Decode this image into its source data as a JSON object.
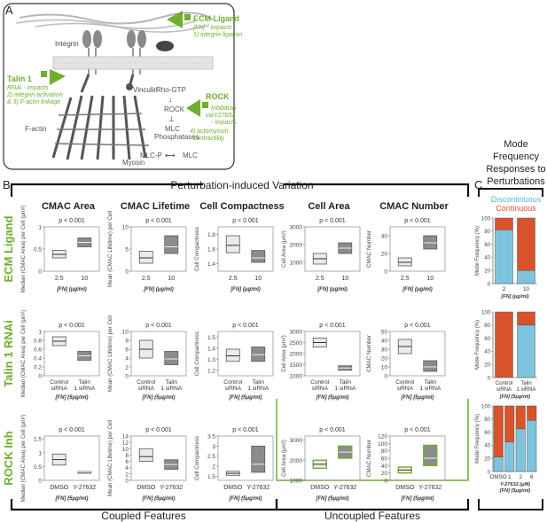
{
  "panel_letters": {
    "a": "A",
    "b": "B",
    "c": "C"
  },
  "schematic": {
    "labels": {
      "integrin": "Integrin",
      "vinculin": "Vinculin",
      "factin": "F-actin",
      "myosin": "Myosin",
      "rho": "Rho-GTP",
      "rock": "ROCK",
      "mlc": "MLC",
      "mlcp1": "MLC",
      "mlcp2": "Phosphatases",
      "mlcp_state": "MLC-P",
      "mlc_state": "MLC"
    },
    "ecm": {
      "title": "ECM Ligand",
      "l1": "[FN] - impacts",
      "l2": "1) integrin ligation"
    },
    "talin": {
      "title": "Talin 1",
      "l1": "RNAi - impacts",
      "l2": "2) integrin activation",
      "l3": "& 3) F-actin linkage"
    },
    "rockbox": {
      "title": "ROCK",
      "l1": "Inhibition",
      "l2": "viaY27632",
      "l3": "- impacts",
      "l4": "4) actomyosin",
      "l5": "contractility"
    }
  },
  "panel_b": {
    "title": "Perturbation-induced Variation",
    "coupled": "Coupled Features",
    "uncoupled": "Uncoupled Features",
    "columns": [
      "CMAC Area",
      "CMAC Lifetime",
      "Cell Compactness",
      "Cell Area",
      "CMAC Number"
    ],
    "rows": [
      "ECM Ligand",
      "Talin 1 RNAi",
      "ROCK Inh"
    ],
    "xlabel": "[FN] (μg/ml)",
    "xticks": [
      [
        "2.5",
        "10"
      ],
      [
        "Control siRNA",
        "Talin 1 siRNA"
      ],
      [
        "DMSO",
        "Y-27632"
      ]
    ],
    "ylabels": [
      "Median (CMAC Area) per Cell (μm²)",
      "Mean (CMAC Lifetime) per Cell",
      "Cell Compactness",
      "Cell Area (μm²)",
      "CMAC Number"
    ],
    "pvalue": "p < 0.001",
    "yticks": [
      [
        [
          "0",
          "0.5",
          "1"
        ],
        [
          "0",
          "5",
          "10"
        ],
        [
          "1.4",
          "1.6",
          "1.8"
        ],
        [
          "1000",
          "2000",
          "3000"
        ],
        [
          "0",
          "20",
          "40"
        ]
      ],
      [
        [
          "0",
          "0.2",
          "0.4",
          "0.6",
          "0.8",
          "1"
        ],
        [
          "0",
          "2",
          "4",
          "6",
          "8",
          "10"
        ],
        [
          "1.2",
          "1.3",
          "1.4",
          "1.5"
        ],
        [
          "1000",
          "1500",
          "2000",
          "2500",
          "3000"
        ],
        [
          "0",
          "10",
          "20",
          "30",
          "40",
          "50"
        ]
      ],
      [
        [
          "0",
          "0.5",
          "1",
          "1.5"
        ],
        [
          "0",
          "2",
          "4",
          "6",
          "8",
          "10",
          "12",
          "14"
        ],
        [
          "1.5",
          "2",
          "2.5",
          "3",
          "3.5"
        ],
        [
          "1000",
          "2000",
          "3000"
        ],
        [
          "0",
          "20",
          "40",
          "60",
          "80",
          "100",
          "120"
        ]
      ]
    ]
  },
  "panel_c": {
    "title": [
      "Mode",
      "Frequency",
      "Responses to",
      "Perturbations"
    ],
    "legend": [
      "Discontinuous",
      "Continuous"
    ],
    "ylabel": "Mode Frequency (%)",
    "yticks": [
      "0",
      "20",
      "40",
      "60",
      "80",
      "100"
    ],
    "xlabels": [
      "[FN] (μg/ml)",
      "[FN] (5μg/ml)",
      "Y-27632 (μM)"
    ],
    "xlabel2": "[FN] (5μg/ml)"
  },
  "colors": {
    "box_light": "#ebebeb",
    "box_dark": "#8c8c8c",
    "box_mid": "#c8c8c8",
    "green": "#6fae2e",
    "discontinuous": "#7ec3dd",
    "continuous": "#d9532a"
  },
  "chart_data": [
    {
      "type": "box",
      "title": "CMAC Area",
      "rows": [
        {
          "row": "ECM Ligand",
          "ylim": [
            0,
            1
          ],
          "categories": [
            "2.5",
            "10"
          ],
          "boxes": [
            {
              "q1": 0.3,
              "median": 0.38,
              "q3": 0.47
            },
            {
              "q1": 0.55,
              "median": 0.65,
              "q3": 0.75
            }
          ]
        },
        {
          "row": "Talin 1 RNAi",
          "ylim": [
            0,
            1
          ],
          "categories": [
            "Control siRNA",
            "Talin 1 siRNA"
          ],
          "boxes": [
            {
              "q1": 0.68,
              "median": 0.78,
              "q3": 0.88
            },
            {
              "q1": 0.35,
              "median": 0.45,
              "q3": 0.55
            }
          ]
        },
        {
          "row": "ROCK Inh",
          "ylim": [
            0,
            1.6
          ],
          "categories": [
            "DMSO",
            "Y-27632"
          ],
          "boxes": [
            {
              "q1": 0.55,
              "median": 0.75,
              "q3": 0.95
            },
            {
              "q1": 0.28,
              "median": 0.3,
              "q3": 0.32
            }
          ]
        }
      ]
    },
    {
      "type": "box",
      "title": "CMAC Lifetime",
      "rows": [
        {
          "row": "ECM Ligand",
          "ylim": [
            0,
            10
          ],
          "categories": [
            "2.5",
            "10"
          ],
          "boxes": [
            {
              "q1": 1.8,
              "median": 3,
              "q3": 4.5
            },
            {
              "q1": 4,
              "median": 5.5,
              "q3": 8
            }
          ]
        },
        {
          "row": "Talin 1 RNAi",
          "ylim": [
            0,
            10
          ],
          "categories": [
            "Control siRNA",
            "Talin 1 siRNA"
          ],
          "boxes": [
            {
              "q1": 4,
              "median": 6,
              "q3": 8
            },
            {
              "q1": 2.5,
              "median": 3.8,
              "q3": 5.5
            }
          ]
        },
        {
          "row": "ROCK Inh",
          "ylim": [
            0,
            14
          ],
          "categories": [
            "DMSO",
            "Y-27632"
          ],
          "boxes": [
            {
              "q1": 6,
              "median": 7.5,
              "q3": 10
            },
            {
              "q1": 3.5,
              "median": 5,
              "q3": 6.5
            }
          ]
        }
      ]
    },
    {
      "type": "box",
      "title": "Cell Compactness",
      "rows": [
        {
          "row": "ECM Ligand",
          "ylim": [
            1.3,
            1.9
          ],
          "categories": [
            "2.5",
            "10"
          ],
          "boxes": [
            {
              "q1": 1.55,
              "median": 1.65,
              "q3": 1.78
            },
            {
              "q1": 1.42,
              "median": 1.48,
              "q3": 1.58
            }
          ]
        },
        {
          "row": "Talin 1 RNAi",
          "ylim": [
            1.15,
            1.55
          ],
          "categories": [
            "Control siRNA",
            "Talin 1 siRNA"
          ],
          "boxes": [
            {
              "q1": 1.28,
              "median": 1.33,
              "q3": 1.39
            },
            {
              "q1": 1.28,
              "median": 1.34,
              "q3": 1.41
            }
          ]
        },
        {
          "row": "ROCK Inh",
          "ylim": [
            1.3,
            3.5
          ],
          "categories": [
            "DMSO",
            "Y-27632"
          ],
          "boxes": [
            {
              "q1": 1.55,
              "median": 1.65,
              "q3": 1.75
            },
            {
              "q1": 1.7,
              "median": 2.1,
              "q3": 3.0
            }
          ]
        }
      ]
    },
    {
      "type": "box",
      "title": "Cell Area",
      "rows": [
        {
          "row": "ECM Ligand",
          "ylim": [
            500,
            3000
          ],
          "categories": [
            "2.5",
            "10"
          ],
          "boxes": [
            {
              "q1": 900,
              "median": 1200,
              "q3": 1500
            },
            {
              "q1": 1500,
              "median": 1800,
              "q3": 2100
            }
          ]
        },
        {
          "row": "Talin 1 RNAi",
          "ylim": [
            1000,
            3000
          ],
          "categories": [
            "Control siRNA",
            "Talin 1 siRNA"
          ],
          "boxes": [
            {
              "q1": 2300,
              "median": 2500,
              "q3": 2700
            },
            {
              "q1": 1250,
              "median": 1350,
              "q3": 1450
            }
          ]
        },
        {
          "row": "ROCK Inh",
          "ylim": [
            1000,
            3200
          ],
          "categories": [
            "DMSO",
            "Y-27632"
          ],
          "boxes": [
            {
              "q1": 1600,
              "median": 1800,
              "q3": 2000
            },
            {
              "q1": 2100,
              "median": 2400,
              "q3": 2700
            }
          ]
        }
      ]
    },
    {
      "type": "box",
      "title": "CMAC Number",
      "rows": [
        {
          "row": "ECM Ligand",
          "ylim": [
            0,
            50
          ],
          "categories": [
            "2.5",
            "10"
          ],
          "boxes": [
            {
              "q1": 6,
              "median": 10,
              "q3": 15
            },
            {
              "q1": 25,
              "median": 32,
              "q3": 40
            }
          ]
        },
        {
          "row": "Talin 1 RNAi",
          "ylim": [
            0,
            50
          ],
          "categories": [
            "Control siRNA",
            "Talin 1 siRNA"
          ],
          "boxes": [
            {
              "q1": 25,
              "median": 33,
              "q3": 41
            },
            {
              "q1": 5,
              "median": 10,
              "q3": 17
            }
          ]
        },
        {
          "row": "ROCK Inh",
          "ylim": [
            0,
            120
          ],
          "categories": [
            "DMSO",
            "Y-27632"
          ],
          "boxes": [
            {
              "q1": 20,
              "median": 28,
              "q3": 36
            },
            {
              "q1": 40,
              "median": 60,
              "q3": 95
            }
          ]
        }
      ]
    },
    {
      "type": "bar",
      "stacked": true,
      "title": "Mode Frequency Responses to Perturbations",
      "ylabel": "Mode Frequency (%)",
      "ylim": [
        0,
        100
      ],
      "legend": [
        "Discontinuous",
        "Continuous"
      ],
      "groups": [
        {
          "xlabel": "[FN] (μg/ml)",
          "categories": [
            "2",
            "10"
          ],
          "series": [
            {
              "name": "Discontinuous",
              "values": [
                82,
                20
              ]
            },
            {
              "name": "Continuous",
              "values": [
                18,
                80
              ]
            }
          ]
        },
        {
          "xlabel": "[FN] (5μg/ml)",
          "categories": [
            "Control siRNA",
            "Talin 1 siRNA"
          ],
          "series": [
            {
              "name": "Discontinuous",
              "values": [
                0,
                80
              ]
            },
            {
              "name": "Continuous",
              "values": [
                100,
                20
              ]
            }
          ]
        },
        {
          "xlabel": "Y-27632 (μM)",
          "categories": [
            "DMSO",
            "1",
            "2",
            "6"
          ],
          "series": [
            {
              "name": "Discontinuous",
              "values": [
                22,
                45,
                65,
                78
              ]
            },
            {
              "name": "Continuous",
              "values": [
                78,
                55,
                35,
                22
              ]
            }
          ]
        }
      ]
    }
  ]
}
